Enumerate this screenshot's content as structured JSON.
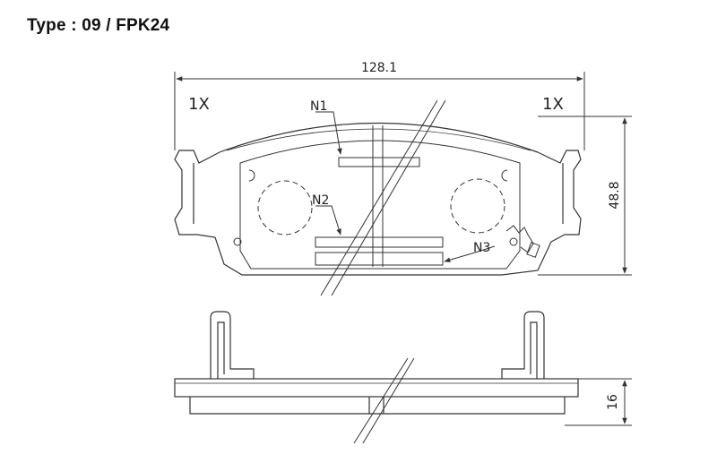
{
  "header": {
    "title": "Type : 09 / FPK24"
  },
  "dimensions": {
    "width": "128.1",
    "height": "48.8",
    "thickness": "16"
  },
  "labels": {
    "quantity_left": "1X",
    "quantity_right": "1X",
    "note_1": "N1",
    "note_2": "N2",
    "note_3": "N3"
  },
  "colors": {
    "line": "#333333",
    "background": "#ffffff"
  }
}
